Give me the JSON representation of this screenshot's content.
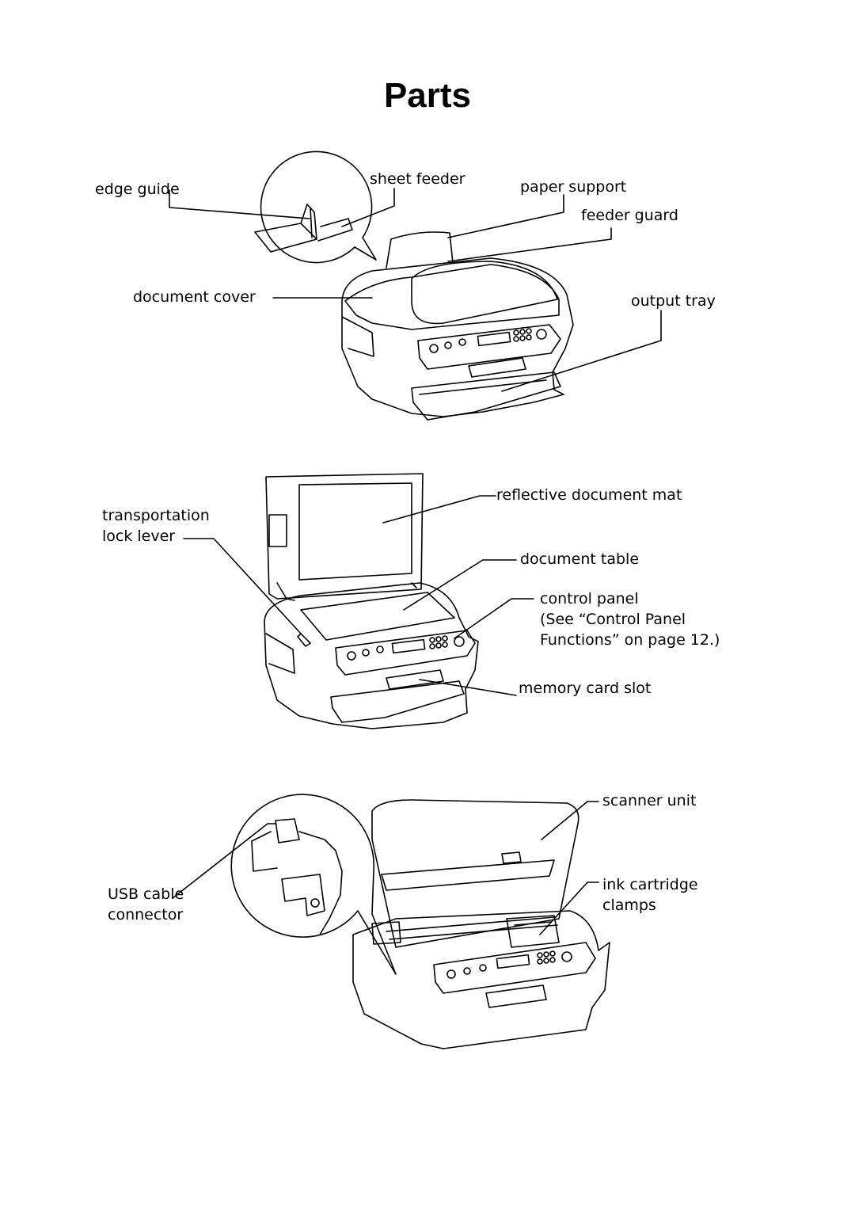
{
  "page": {
    "title": "Parts"
  },
  "figure1": {
    "labels": {
      "edge_guide": "edge guide",
      "sheet_feeder": "sheet feeder",
      "paper_support": "paper support",
      "feeder_guard": "feeder guard",
      "document_cover": "document cover",
      "output_tray": "output tray"
    }
  },
  "figure2": {
    "labels": {
      "transportation_lock_lever_1": "transportation",
      "transportation_lock_lever_2": "lock lever",
      "reflective_document_mat": "reflective document mat",
      "document_table": "document table",
      "control_panel_1": "control panel",
      "control_panel_2": "(See “Control Panel",
      "control_panel_3": "Functions” on page 12.)",
      "memory_card_slot": "memory card slot"
    }
  },
  "figure3": {
    "labels": {
      "scanner_unit": "scanner unit",
      "usb_cable_connector_1": "USB cable",
      "usb_cable_connector_2": "connector",
      "ink_cartridge_clamps_1": "ink cartridge",
      "ink_cartridge_clamps_2": "clamps"
    }
  }
}
